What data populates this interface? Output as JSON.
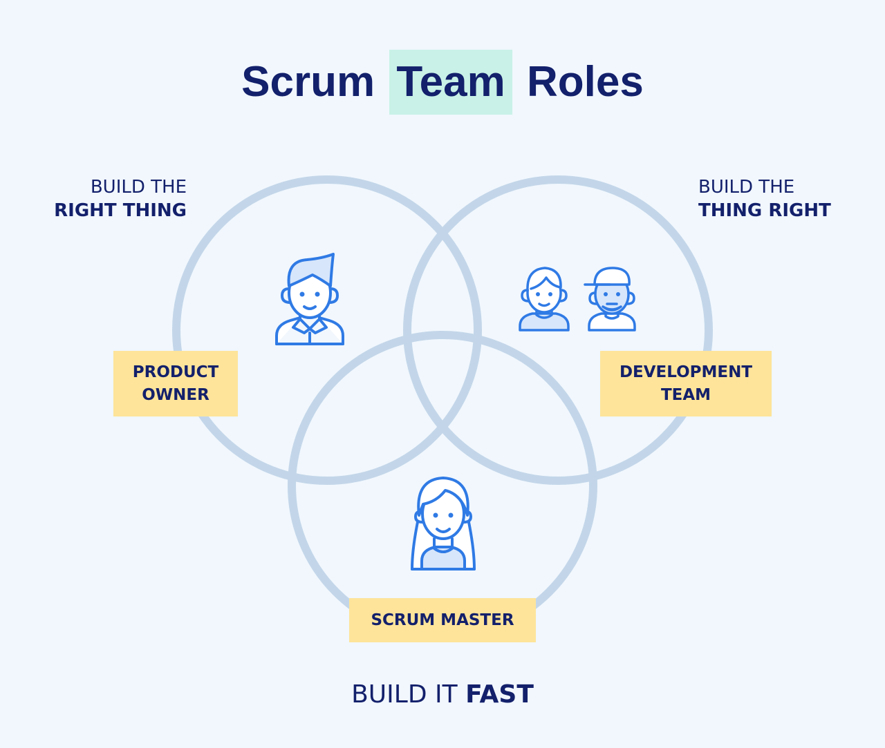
{
  "title": {
    "word1": "Scrum",
    "word2_highlight": "Team",
    "word3": "Roles"
  },
  "goals": {
    "product_owner": {
      "line1": "BUILD THE",
      "line2": "RIGHT THING"
    },
    "development_team": {
      "line1": "BUILD THE",
      "line2": "THING RIGHT"
    },
    "scrum_master": {
      "line1": "BUILD IT",
      "line2": "FAST"
    }
  },
  "roles": {
    "product_owner": {
      "line1": "PRODUCT",
      "line2": "OWNER"
    },
    "development_team": {
      "line1": "DEVELOPMENT",
      "line2": "TEAM"
    },
    "scrum_master": {
      "line1": "SCRUM MASTER"
    }
  },
  "icons": [
    "product-owner-man-icon",
    "developer-boy-icon",
    "developer-cap-man-icon",
    "scrum-master-woman-icon"
  ],
  "colors": {
    "background": "#f1f7fd",
    "title": "#13206b",
    "highlight": "#c9f1e7",
    "circle": "#c3d6e9",
    "label_box": "#fde49a",
    "icon_stroke": "#2f7ae5",
    "icon_fill": "#d7e6fb"
  }
}
